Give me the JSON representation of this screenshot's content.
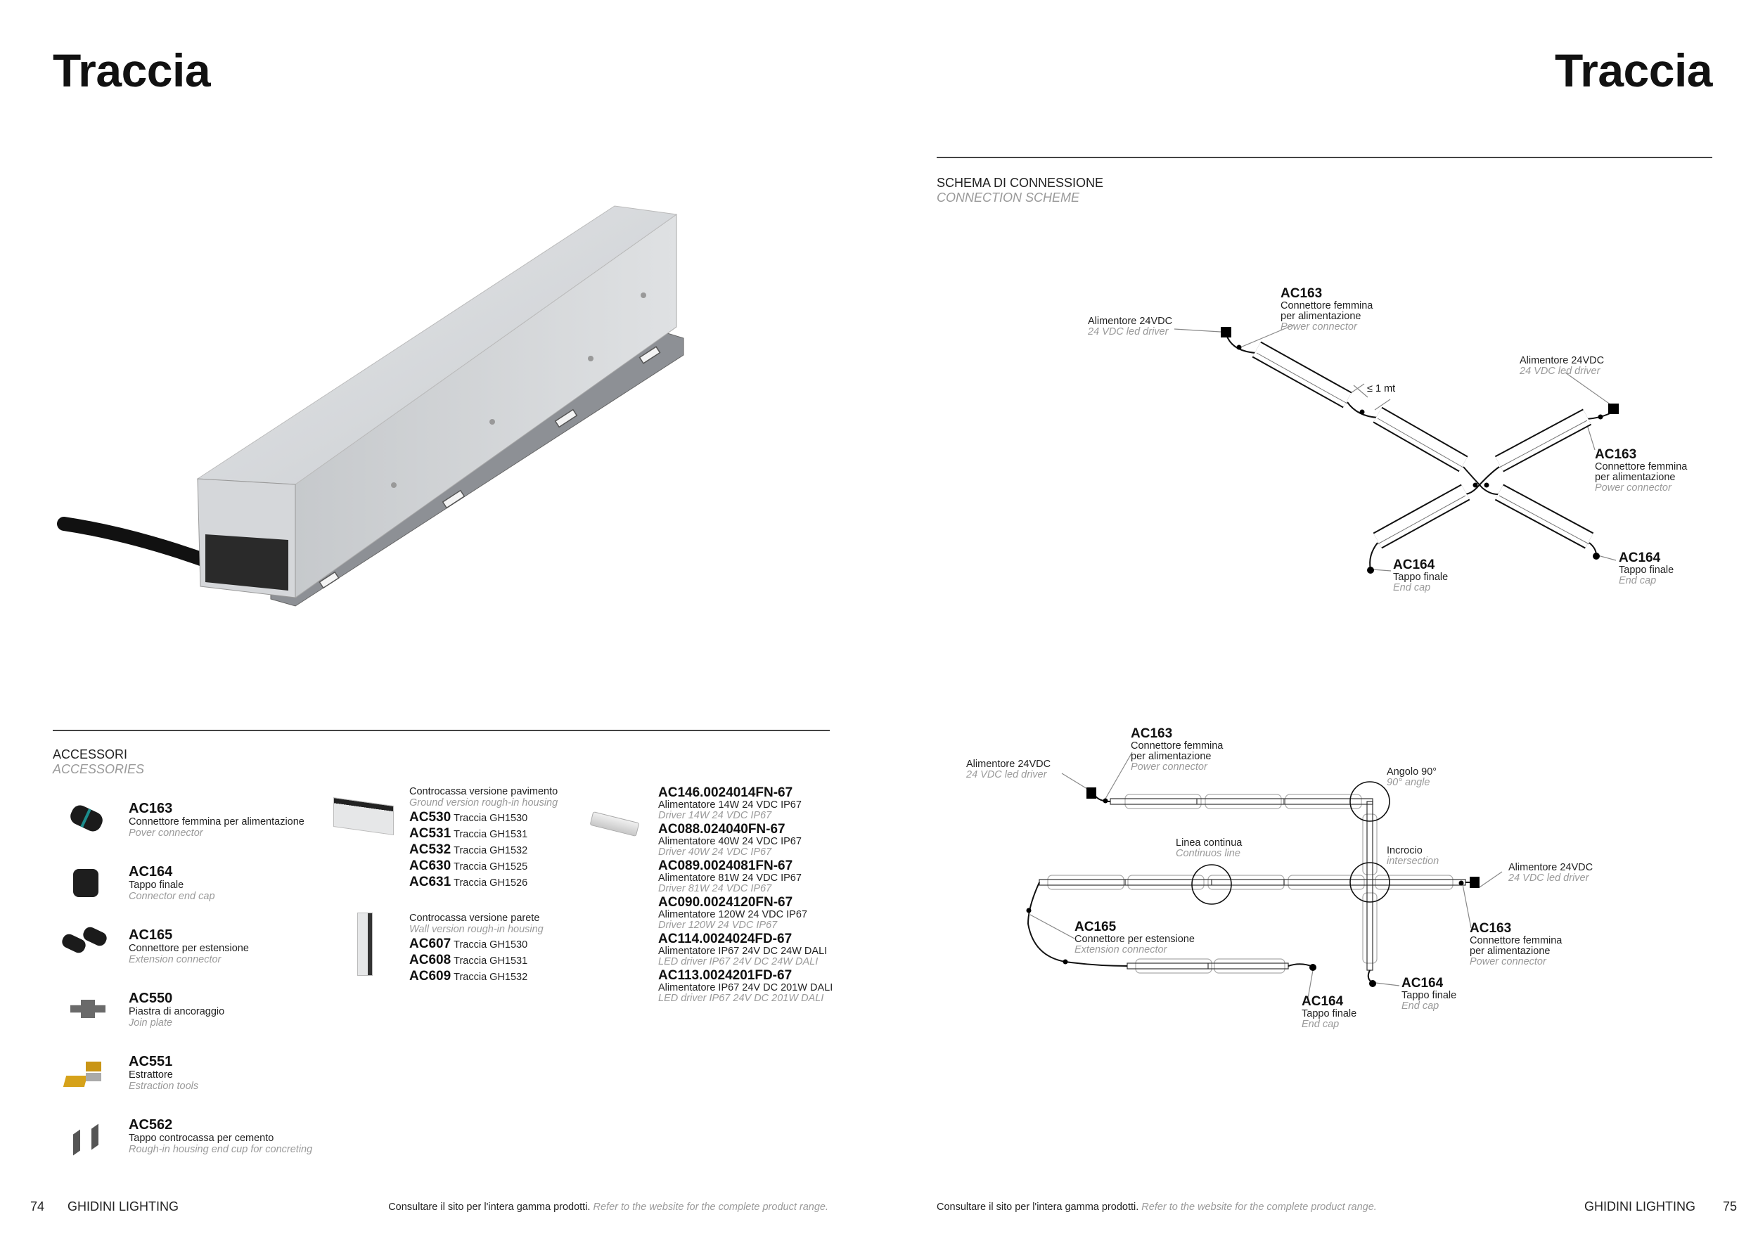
{
  "left_page": {
    "title": "Traccia",
    "accessories_heading": {
      "it": "ACCESSORI",
      "en": "ACCESSORIES"
    },
    "accessories": [
      {
        "code": "AC163",
        "it": "Connettore femmina per alimentazione",
        "en": "Pover connector"
      },
      {
        "code": "AC164",
        "it": "Tappo finale",
        "en": "Connector end cap"
      },
      {
        "code": "AC165",
        "it": "Connettore per estensione",
        "en": "Extension connector"
      },
      {
        "code": "AC550",
        "it": "Piastra di ancoraggio",
        "en": "Join plate"
      },
      {
        "code": "AC551",
        "it": "Estrattore",
        "en": "Estraction tools"
      },
      {
        "code": "AC562",
        "it": "Tappo controcassa per cemento",
        "en": "Rough-in housing end cup for concreting"
      }
    ],
    "housing_floor": {
      "it": "Controcassa versione pavimento",
      "en": "Ground version rough-in housing",
      "items": [
        {
          "code": "AC530",
          "desc": "Traccia GH1530"
        },
        {
          "code": "AC531",
          "desc": "Traccia GH1531"
        },
        {
          "code": "AC532",
          "desc": "Traccia GH1532"
        },
        {
          "code": "AC630",
          "desc": "Traccia GH1525"
        },
        {
          "code": "AC631",
          "desc": "Traccia GH1526"
        }
      ]
    },
    "housing_wall": {
      "it": "Controcassa versione parete",
      "en": "Wall version rough-in housing",
      "items": [
        {
          "code": "AC607",
          "desc": "Traccia GH1530"
        },
        {
          "code": "AC608",
          "desc": "Traccia GH1531"
        },
        {
          "code": "AC609",
          "desc": "Traccia GH1532"
        }
      ]
    },
    "drivers": [
      {
        "code": "AC146.0024014FN-67",
        "it": "Alimentatore 14W 24 VDC IP67",
        "en": "Driver 14W 24 VDC IP67"
      },
      {
        "code": "AC088.024040FN-67",
        "it": "Alimentatore 40W 24 VDC IP67",
        "en": "Driver 40W 24 VDC IP67"
      },
      {
        "code": "AC089.0024081FN-67",
        "it": "Alimentatore 81W 24 VDC IP67",
        "en": "Driver 81W 24 VDC IP67"
      },
      {
        "code": "AC090.0024120FN-67",
        "it": "Alimentatore 120W 24 VDC IP67",
        "en": "Driver 120W 24 VDC IP67"
      },
      {
        "code": "AC114.0024024FD-67",
        "it": "Alimentatore IP67 24V DC 24W DALI",
        "en": "LED driver IP67 24V DC 24W DALI"
      },
      {
        "code": "AC113.0024201FD-67",
        "it": "Alimentatore IP67 24V DC 201W DALI",
        "en": "LED driver IP67 24V DC 201W DALI"
      }
    ],
    "footer": {
      "page": "74",
      "brand": "GHIDINI LIGHTING",
      "note_it": "Consultare il sito per l'intera gamma prodotti.",
      "note_en": "Refer to the website for the complete product range."
    }
  },
  "right_page": {
    "title": "Traccia",
    "scheme_heading": {
      "it": "SCHEMA DI CONNESSIONE",
      "en": "CONNECTION SCHEME"
    },
    "diagram1": {
      "driver_left": {
        "it": "Alimentore 24VDC",
        "en": "24 VDC led driver"
      },
      "ac163_top": {
        "code": "AC163",
        "it1": "Connettore femmina",
        "it2": "per alimentazione",
        "en": "Power connector"
      },
      "spacing": "≤ 1 mt",
      "driver_right": {
        "it": "Alimentore 24VDC",
        "en": "24 VDC led driver"
      },
      "ac163_right": {
        "code": "AC163",
        "it1": "Connettore femmina",
        "it2": "per alimentazione",
        "en": "Power connector"
      },
      "ac164_left": {
        "code": "AC164",
        "it": "Tappo finale",
        "en": "End cap"
      },
      "ac164_right": {
        "code": "AC164",
        "it": "Tappo finale",
        "en": "End cap"
      }
    },
    "diagram2": {
      "driver_left": {
        "it": "Alimentore 24VDC",
        "en": "24 VDC led driver"
      },
      "ac163_top": {
        "code": "AC163",
        "it1": "Connettore femmina",
        "it2": "per alimentazione",
        "en": "Power connector"
      },
      "angle": {
        "it": "Angolo 90°",
        "en": "90° angle"
      },
      "continuous": {
        "it": "Linea continua",
        "en": "Continuos line"
      },
      "intersection": {
        "it": "Incrocio",
        "en": "intersection"
      },
      "driver_right": {
        "it": "Alimentore 24VDC",
        "en": "24 VDC led driver"
      },
      "ac165": {
        "code": "AC165",
        "it": "Connettore per estensione",
        "en": "Extension connector"
      },
      "ac163_right": {
        "code": "AC163",
        "it1": "Connettore femmina",
        "it2": "per alimentazione",
        "en": "Power connector"
      },
      "ac164_bottom": {
        "code": "AC164",
        "it": "Tappo finale",
        "en": "End cap"
      },
      "ac164_vertical": {
        "code": "AC164",
        "it": "Tappo finale",
        "en": "End cap"
      }
    },
    "footer": {
      "page": "75",
      "brand": "GHIDINI LIGHTING",
      "note_it": "Consultare il sito per l'intera gamma prodotti.",
      "note_en": "Refer to the website for the complete product range."
    }
  }
}
